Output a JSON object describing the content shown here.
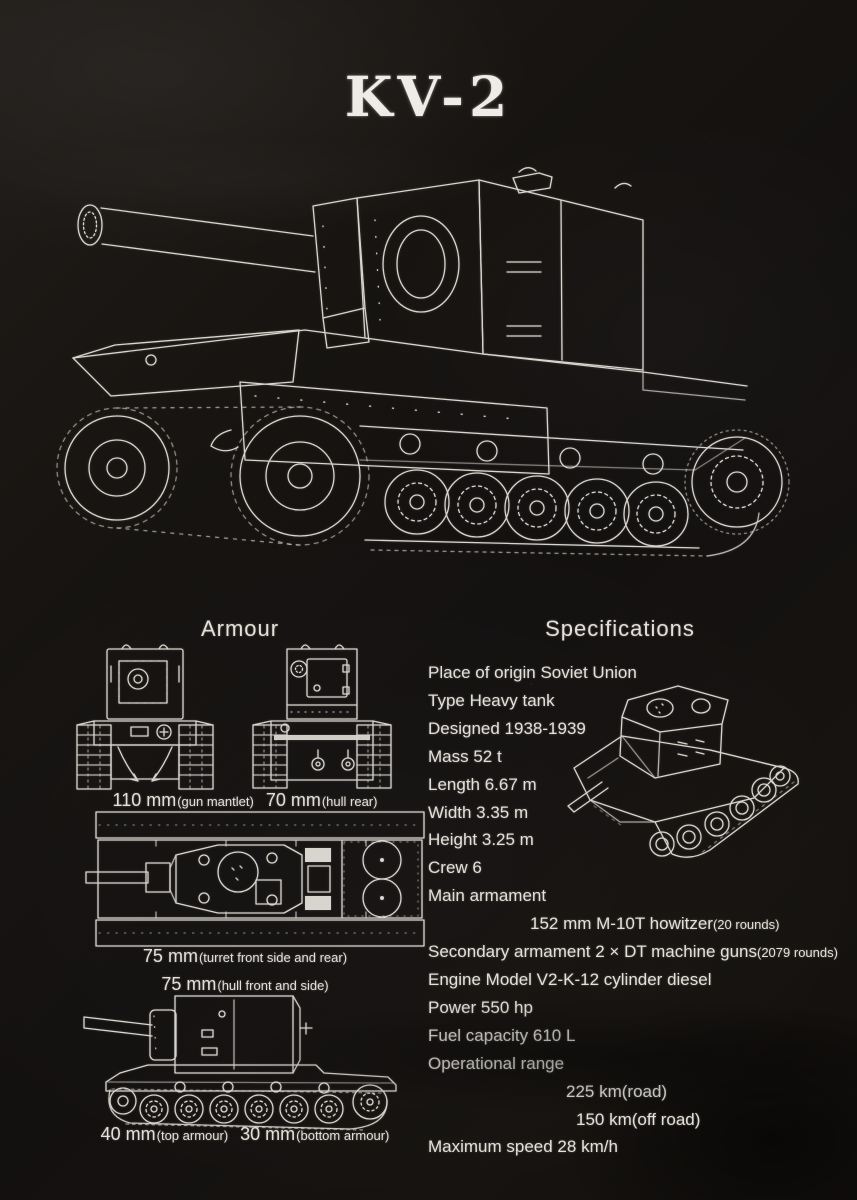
{
  "page": {
    "title": "KV-2"
  },
  "colors": {
    "background": "#15120f",
    "chalk": "#e3e0d9"
  },
  "armour": {
    "heading": "Armour",
    "labels": [
      {
        "v1": "110 mm",
        "n1": "(gun mantlet)",
        "v2": "70 mm",
        "n2": "(hull rear)"
      },
      {
        "v1": "75 mm",
        "n1": "(turret front side and rear)"
      },
      {
        "v1": "75 mm",
        "n1": "(hull front and side)"
      },
      {
        "v1": "40 mm",
        "n1": "(top armour)",
        "v2": "30 mm",
        "n2": "(bottom armour)"
      }
    ]
  },
  "specifications": {
    "heading": "Specifications",
    "lines": [
      {
        "text": "Place of origin Soviet Union"
      },
      {
        "text": "Type Heavy tank"
      },
      {
        "text": "Designed 1938-1939"
      },
      {
        "text": "Mass 52 t"
      },
      {
        "text": "Length 6.67 m"
      },
      {
        "text": "Width 3.35 m"
      },
      {
        "text": "Height 3.25 m"
      },
      {
        "text": "Crew 6"
      },
      {
        "text": "Main armament"
      },
      {
        "text": "152 mm M-10T howitzer",
        "small": "(20 rounds)"
      },
      {
        "text": "Secondary armament 2 × DT machine guns",
        "small": "(2079 rounds)"
      },
      {
        "text": "Engine Model V2-K-12 cylinder diesel"
      },
      {
        "text": "Power 550 hp"
      },
      {
        "text": "Fuel capacity 610 L"
      },
      {
        "text": "Operational range"
      },
      {
        "text": "225 km(road)"
      },
      {
        "text": "150 km(off road)"
      },
      {
        "text": "Maximum speed 28 km/h"
      }
    ]
  }
}
